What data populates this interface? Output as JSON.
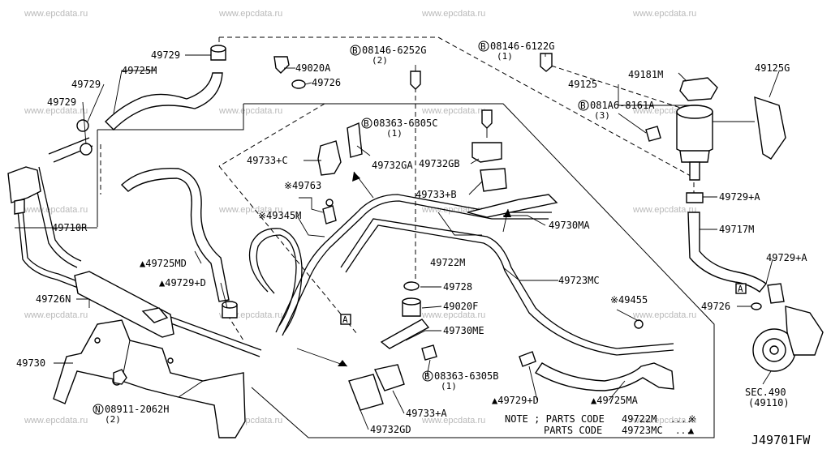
{
  "diagram": {
    "id": "J49701FW",
    "watermark": "www.epcdata.ru",
    "labels": {
      "p49729_top": "49729",
      "p49725M": "49725M",
      "p49729_a": "49729",
      "p49729_b": "49729",
      "p49020A": "49020A",
      "p49726_top": "49726",
      "p49710R": "49710R",
      "p49726N": "49726N",
      "p49730": "49730",
      "p49725MD": "▲49725MD",
      "p49729D_left": "▲49729+D",
      "p49733C": "49733+C",
      "p49763": "※49763",
      "p49345M": "※49345M",
      "p49732GA": "49732GA",
      "p49732GB": "49732GB",
      "p49733B": "49733+B",
      "p49730MA": "49730MA",
      "p49722M": "49722M",
      "p49723MC": "49723MC",
      "p49728": "49728",
      "p49020F": "49020F",
      "p49730ME": "49730ME",
      "p49455": "※49455",
      "p49729D_right": "▲49729+D",
      "p49725MA": "▲49725MA",
      "p49733A": "49733+A",
      "p49732GD": "49732GD",
      "p49125": "49125",
      "p49181M": "49181M",
      "p49125G": "49125G",
      "p49729A_1": "49729+A",
      "p49717M": "49717M",
      "p49729A_2": "49729+A",
      "p49726_right": "49726",
      "sec490": "SEC.490",
      "sec490_sub": "(49110)",
      "bolt_08146_6252G": "08146-6252G",
      "bolt_08146_6252G_qty": "(2)",
      "bolt_08146_6122G": "08146-6122G",
      "bolt_08146_6122G_qty": "(1)",
      "bolt_08363_6305C": "08363-6305C",
      "bolt_08363_6305C_qty": "(1)",
      "bolt_081A6_8161A": "081A6-8161A",
      "bolt_081A6_8161A_qty": "(3)",
      "bolt_08363_6305B": "08363-6305B",
      "bolt_08363_6305B_qty": "(1)",
      "nut_08911_2062H": "08911-2062H",
      "nut_08911_2062H_qty": "(2)",
      "marker_B": "B",
      "marker_N": "N",
      "view_A": "A"
    },
    "note": {
      "line1_prefix": "NOTE ; PARTS CODE",
      "line1_code": "49722M",
      "line1_mark": "※",
      "line2_prefix": "PARTS CODE",
      "line2_code": "49723MC",
      "line2_mark": "▲"
    }
  }
}
